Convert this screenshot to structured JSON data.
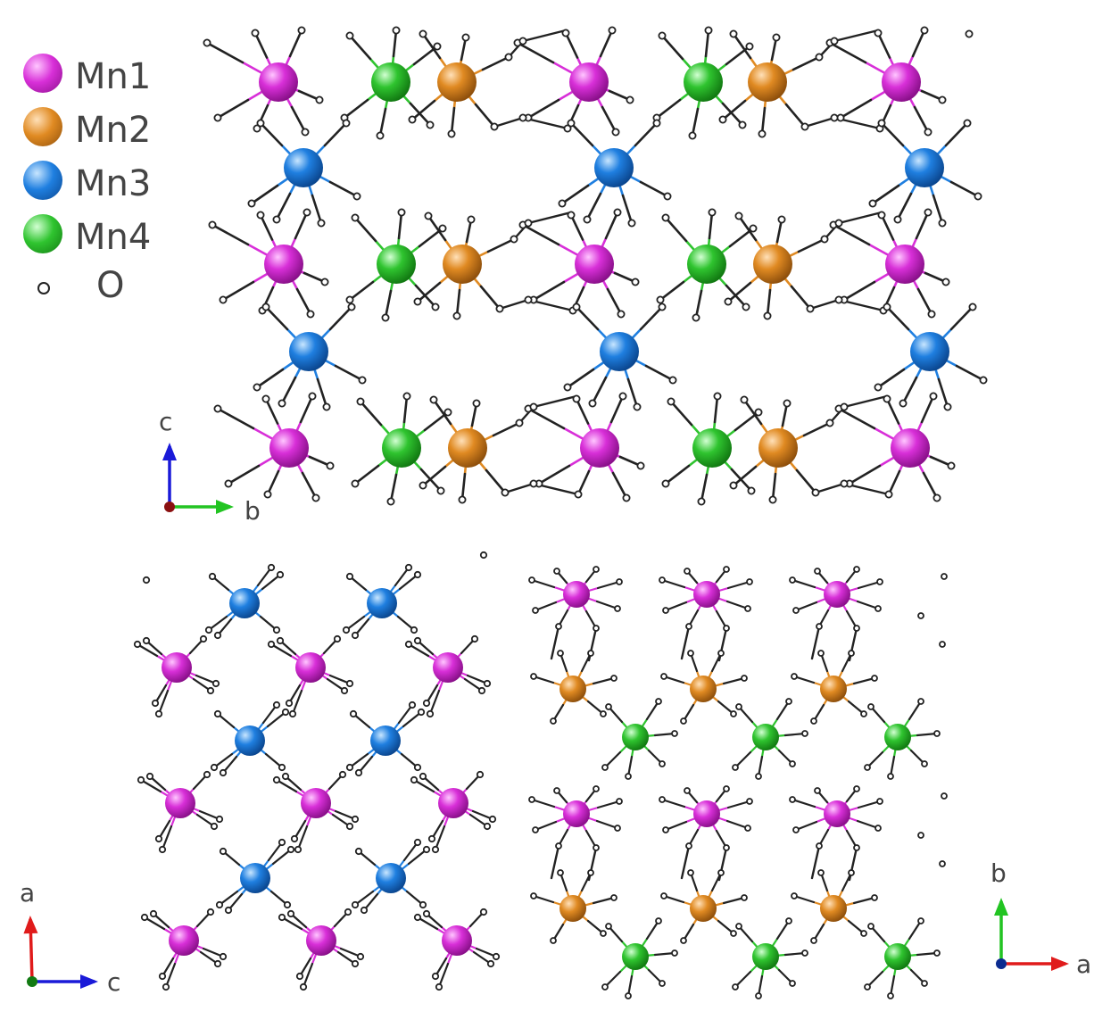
{
  "legend": {
    "items": [
      {
        "label": "Mn1",
        "color": "#d82fd8",
        "icon": "mn1-atom-icon"
      },
      {
        "label": "Mn2",
        "color": "#e08a22",
        "icon": "mn2-atom-icon"
      },
      {
        "label": "Mn3",
        "color": "#1f7fe0",
        "icon": "mn3-atom-icon"
      },
      {
        "label": "Mn4",
        "color": "#2fc42f",
        "icon": "mn4-atom-icon"
      }
    ],
    "oxygen": {
      "label": "O",
      "color": "#222222",
      "icon": "oxygen-atom-icon"
    }
  },
  "axes": {
    "top": {
      "vertical": "c",
      "horizontal": "b"
    },
    "bottom_left": {
      "vertical": "a",
      "horizontal": "c"
    },
    "bottom_right": {
      "vertical": "b",
      "horizontal": "a"
    }
  },
  "axis_colors": {
    "a": "#e01b1b",
    "b": "#22c422",
    "c": "#1a1ad8"
  },
  "bond_color": "#222222"
}
